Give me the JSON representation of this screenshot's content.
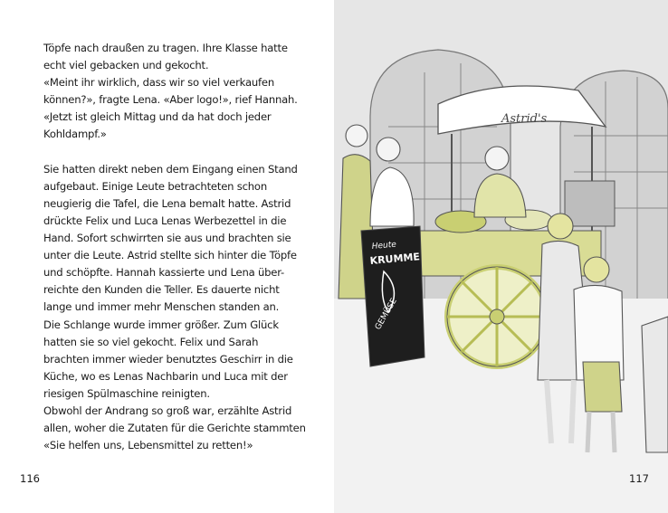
{
  "left_page": {
    "lines": [
      "Töpfe nach draußen zu tragen. Ihre Klasse hatte",
      "echt viel gebacken und gekocht.",
      "«Meint ihr wirklich, dass wir so viel verkaufen",
      "können?», fragte Lena. «Aber logo!», rief Hannah.",
      "«Jetzt ist gleich Mittag und da hat doch jeder",
      "Kohldampf.»",
      "",
      "Sie hatten direkt neben dem Eingang einen Stand",
      "aufgebaut. Einige Leute betrachteten schon",
      "neugierig die Tafel, die Lena bemalt hatte. Astrid",
      "drückte Felix und Luca Lenas Werbezettel in die",
      "Hand. Sofort schwirrten sie aus und brachten sie",
      "unter die Leute. Astrid stellte sich hinter die Töpfe",
      "und schöpfte. Hannah kassierte und Lena über-",
      "reichte den Kunden die Teller. Es dauerte nicht",
      "lange und immer mehr Menschen standen an.",
      "Die Schlange wurde immer größer. Zum Glück",
      "hatten sie so viel gekocht. Felix und Sarah",
      "brachten immer wieder benutztes Geschirr in die",
      "Küche, wo es Lenas Nachbarin und Luca mit der",
      "riesigen Spülmaschine reinigten.",
      "Obwohl der Andrang so groß war, erzählte Astrid",
      "allen, woher die Zutaten für die Gerichte stammten",
      "«Sie helfen uns, Lebensmittel zu retten!»"
    ],
    "page_number": "116"
  },
  "right_page": {
    "page_number": "117",
    "illustration": {
      "awning_sign": "Astrid's",
      "chalkboard_text": "Heute KRUMME GEMÜSE",
      "colors": {
        "accent": "#c9cf72",
        "line": "#555555",
        "wall": "#dcdcdc"
      }
    }
  }
}
